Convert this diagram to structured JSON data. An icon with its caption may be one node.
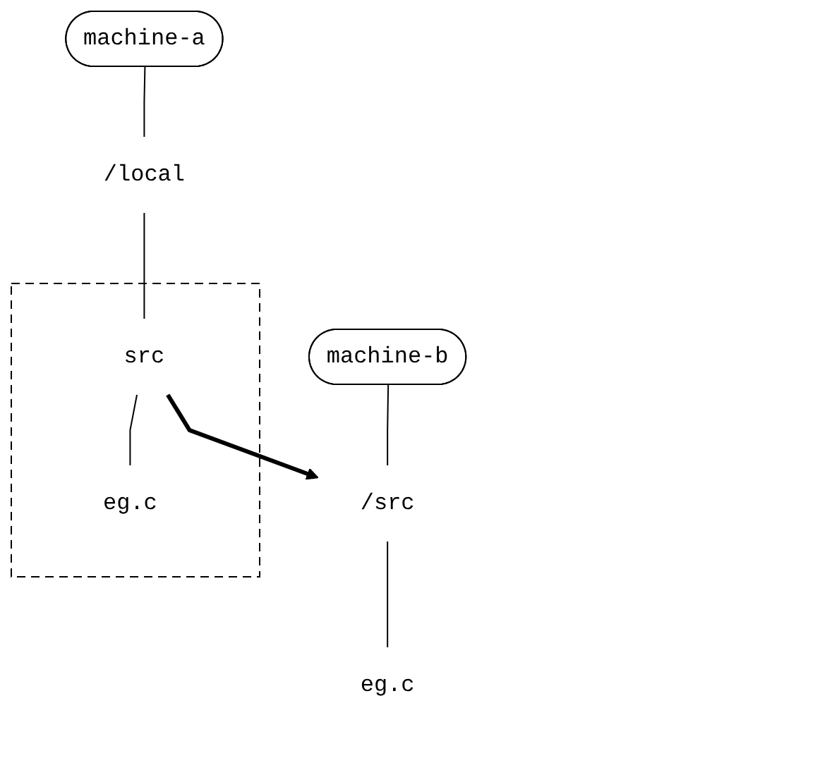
{
  "diagram": {
    "nodes": [
      {
        "text": [
          "machine-a"
        ]
      },
      {
        "text": [
          "machine-b"
        ]
      },
      {
        "text": [
          "/local"
        ]
      },
      {
        "text": [
          "/src"
        ]
      },
      {
        "text": [
          "eg.c"
        ]
      },
      {
        "text": [],
        "shape": "box"
      },
      {
        "text": [
          "src"
        ],
        "in": 5
      },
      {
        "text": [
          "eg.c"
        ],
        "in": 5
      }
    ],
    "edges": [
      {
        "from": 0,
        "to": 2,
        "arrow": "none"
      },
      {
        "from": 1,
        "to": 3,
        "arrow": "none"
      },
      {
        "from": 3,
        "to": 4,
        "arrow": "none"
      },
      {
        "from": 2,
        "to": 6,
        "arrow": "none"
      },
      {
        "from": 6,
        "to": 7,
        "arrow": "none"
      },
      {
        "from": 6,
        "to": 3,
        "arrow": "to",
        "style": "thick"
      }
    ]
  }
}
